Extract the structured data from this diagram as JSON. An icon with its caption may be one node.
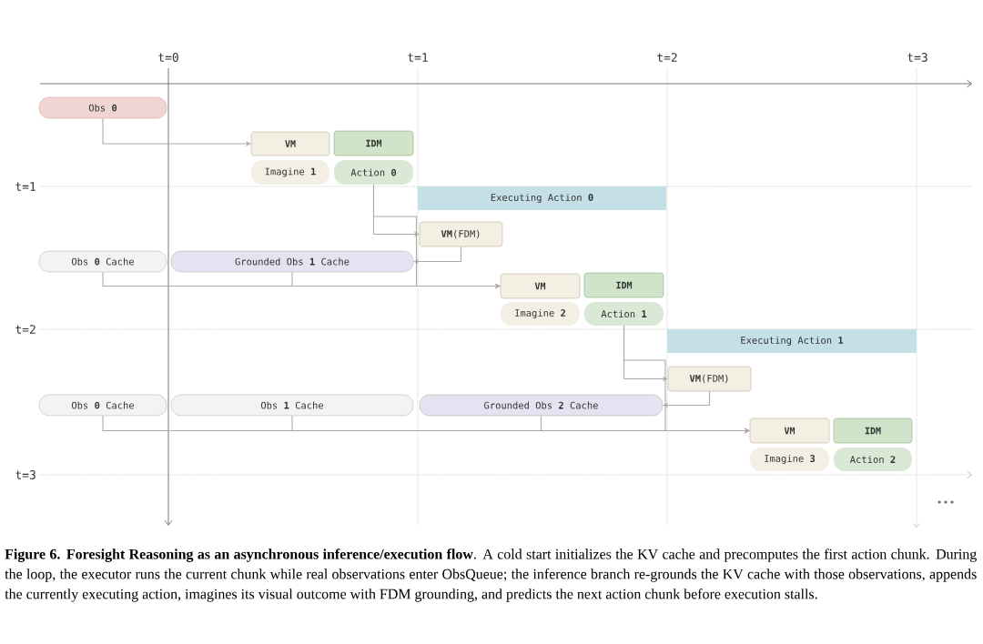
{
  "diagram": {
    "caption": "**Figure 6.** **Foresight Reasoning as an asynchronous inference/execution flow**. A cold start initializes the KV cache and precomputes the first action chunk. During the loop, the executor runs the current chunk while real observations enter ObsQueue; the inference branch re-grounds the KV cache with those observations, appends the currently executing action, imagines its visual outcome with FDM grounding, and predicts the next action chunk before execution stalls.",
    "nodes": [
      {
        "text": [
          "Obs **0**"
        ]
      },
      {
        "text": [
          "VM"
        ]
      },
      {
        "text": [
          "IDM"
        ]
      },
      {
        "text": [
          "Imagine **1**"
        ]
      },
      {
        "text": [
          "Action **0**"
        ]
      },
      {
        "text": [
          "Executing Action **0**"
        ]
      },
      {
        "text": [
          "**VM**(FDM)"
        ]
      },
      {
        "text": [
          "Obs **0** Cache"
        ]
      },
      {
        "text": [
          "Grounded Obs **1** Cache"
        ]
      },
      {
        "text": [
          "VM"
        ]
      },
      {
        "text": [
          "IDM"
        ]
      },
      {
        "text": [
          "Imagine **2**"
        ]
      },
      {
        "text": [
          "Action **1**"
        ]
      },
      {
        "text": [
          "Executing Action **1**"
        ]
      },
      {
        "text": [
          "**VM**(FDM)"
        ]
      },
      {
        "text": [
          "Obs **0** Cache"
        ]
      },
      {
        "text": [
          "Obs **1** Cache"
        ]
      },
      {
        "text": [
          "Grounded Obs **2** Cache"
        ]
      },
      {
        "text": [
          "VM"
        ]
      },
      {
        "text": [
          "IDM"
        ]
      },
      {
        "text": [
          "Imagine **3**"
        ]
      },
      {
        "text": [
          "Action **2**"
        ]
      }
    ],
    "edges": [
      {
        "from": 0,
        "to": 1,
        "arrow": "to"
      },
      {
        "from": 4,
        "to": 6,
        "arrow": "to"
      },
      {
        "from": 6,
        "to": 8,
        "arrow": "to"
      },
      {
        "from": 7,
        "to": 9,
        "arrow": "to"
      },
      {
        "from": 8,
        "to": 9,
        "arrow": "to"
      },
      {
        "from": 4,
        "to": 9,
        "arrow": "to"
      },
      {
        "from": 12,
        "to": 14,
        "arrow": "to"
      },
      {
        "from": 14,
        "to": 17,
        "arrow": "to"
      },
      {
        "from": 15,
        "to": 18,
        "arrow": "to"
      },
      {
        "from": 16,
        "to": 18,
        "arrow": "to"
      },
      {
        "from": 17,
        "to": 18,
        "arrow": "to"
      },
      {
        "from": 12,
        "to": 18,
        "arrow": "to"
      }
    ],
    "labels": [
      "t=0",
      "t=1",
      "t=2",
      "t=3",
      "t=1",
      "t=2",
      "t=3"
    ]
  }
}
